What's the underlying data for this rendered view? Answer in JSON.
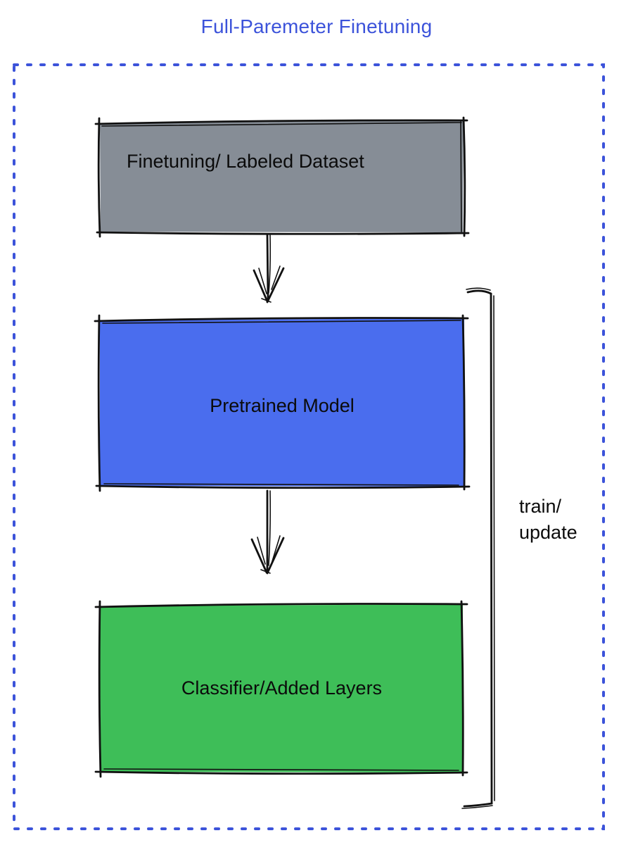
{
  "title": "Full-Paremeter Finetuning",
  "diagram": {
    "nodes": [
      {
        "id": "finetuning-dataset",
        "label": "Finetuning/ Labeled Dataset",
        "fill": "#868D96"
      },
      {
        "id": "pretrained-model",
        "label": "Pretrained Model",
        "fill": "#4A6DEE"
      },
      {
        "id": "classifier-added-layers",
        "label": "Classifier/Added Layers",
        "fill": "#3EBE58"
      }
    ],
    "edges": [
      {
        "from": "finetuning-dataset",
        "to": "pretrained-model"
      },
      {
        "from": "pretrained-model",
        "to": "classifier-added-layers"
      }
    ],
    "bracket": {
      "label_lines": [
        "train/",
        "update"
      ]
    }
  },
  "colors": {
    "title_blue": "#3C53DA",
    "border_blue": "#3C53DA",
    "sketch_black": "#111111",
    "label_black": "#0B0B0B",
    "background": "#FFFFFF"
  }
}
